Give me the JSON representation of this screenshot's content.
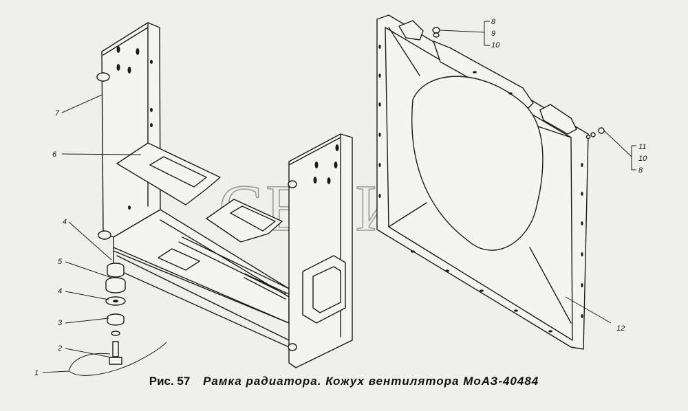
{
  "watermark": "СЕЛИМ",
  "caption": {
    "figure": "Рис. 57",
    "title": "Рамка радиатора. Кожух вентилятора МоАЗ-40484"
  },
  "callouts": {
    "c1": "1",
    "c2": "2",
    "c3": "3",
    "c4a": "4",
    "c4b": "4",
    "c5": "5",
    "c6": "6",
    "c7": "7",
    "c12": "12",
    "top_group": [
      "8",
      "9",
      "10"
    ],
    "right_group": [
      "11",
      "10",
      "8"
    ]
  }
}
